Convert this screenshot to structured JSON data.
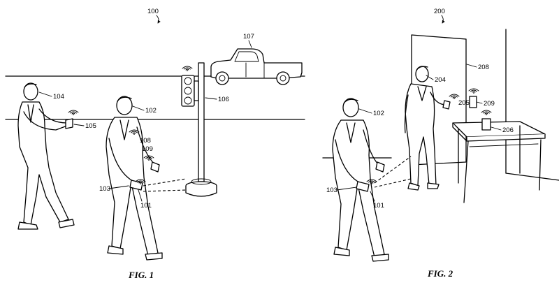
{
  "figures": [
    {
      "caption": "FIG. 1",
      "ref": "100",
      "labels": {
        "l104": "104",
        "l105": "105",
        "l102": "102",
        "l108": "108",
        "l109": "109",
        "l103": "103",
        "l101": "101",
        "l106": "106",
        "l107": "107"
      }
    },
    {
      "caption": "FIG. 2",
      "ref": "200",
      "labels": {
        "l102": "102",
        "l103": "103",
        "l101": "101",
        "l204": "204",
        "l205": "205",
        "l208": "208",
        "l209": "209",
        "l206": "206"
      }
    }
  ]
}
